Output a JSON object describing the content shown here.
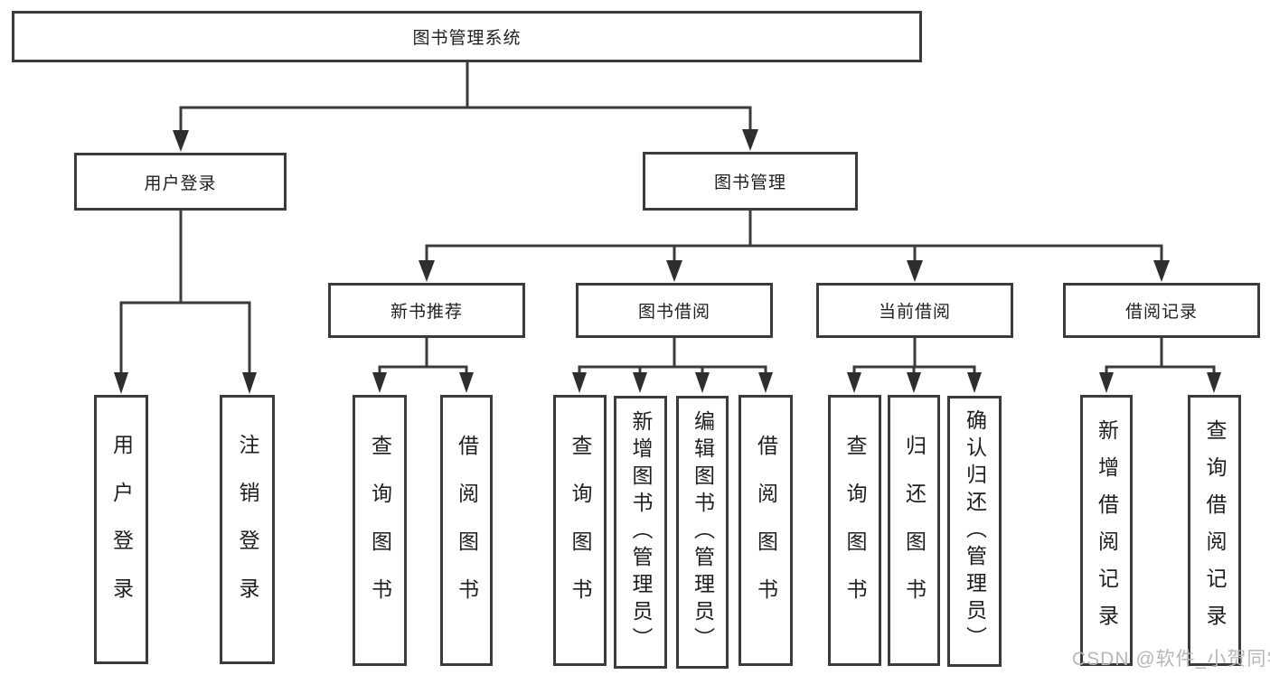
{
  "tree": {
    "label": "图书管理系统",
    "children": [
      {
        "label": "用户登录",
        "children": [
          {
            "label": "用户登录"
          },
          {
            "label": "注销登录"
          }
        ]
      },
      {
        "label": "图书管理",
        "children": [
          {
            "label": "新书推荐",
            "children": [
              {
                "label": "查询图书"
              },
              {
                "label": "借阅图书"
              }
            ]
          },
          {
            "label": "图书借阅",
            "children": [
              {
                "label": "查询图书"
              },
              {
                "label": "新增图书（管理员）"
              },
              {
                "label": "编辑图书（管理员）"
              },
              {
                "label": "借阅图书"
              }
            ]
          },
          {
            "label": "当前借阅",
            "children": [
              {
                "label": "查询图书"
              },
              {
                "label": "归还图书"
              },
              {
                "label": "确认归还（管理员）"
              }
            ]
          },
          {
            "label": "借阅记录",
            "children": [
              {
                "label": "新增借阅记录"
              },
              {
                "label": "查询借阅记录"
              }
            ]
          }
        ]
      }
    ]
  },
  "watermark": "CSDN @软件_小贺同学",
  "colors": {
    "line": "#3b3b3b",
    "arrow": "#2e2e2e",
    "text": "#1e1e1e",
    "watermark_text": "#b7b7b7",
    "background": "#ffffff"
  }
}
